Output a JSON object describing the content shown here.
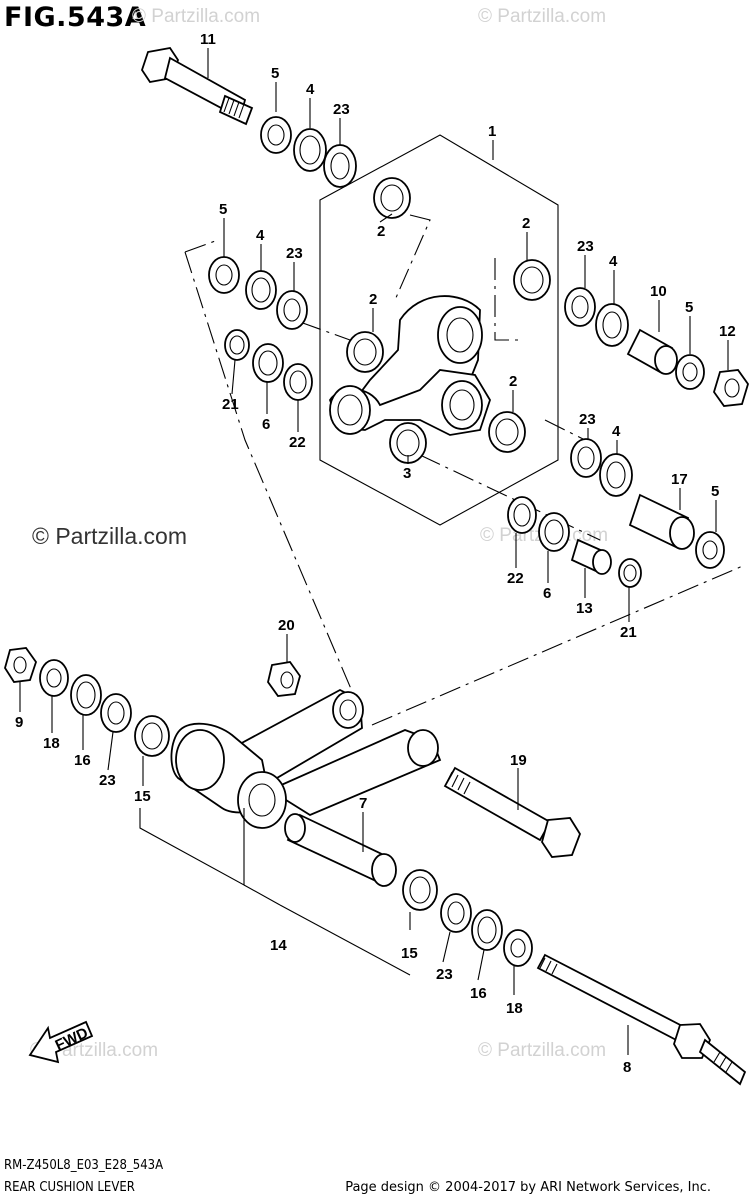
{
  "figure": {
    "title": "FIG.543A",
    "code": "RM-Z450L8_E03_E28_543A",
    "name": "REAR CUSHION LEVER"
  },
  "watermarks": {
    "small": "© Partzilla.com",
    "large": "© Partzilla.com"
  },
  "footer": {
    "copyright": "Page design © 2004-2017 by ARI Network Services, Inc."
  },
  "fwd_label": "FWD",
  "callouts": {
    "c1": "1",
    "c2a": "2",
    "c2b": "2",
    "c2c": "2",
    "c2d": "2",
    "c3": "3",
    "c4a": "4",
    "c4b": "4",
    "c4c": "4",
    "c4d": "4",
    "c5a": "5",
    "c5b": "5",
    "c5c": "5",
    "c5d": "5",
    "c6a": "6",
    "c6b": "6",
    "c7": "7",
    "c8": "8",
    "c9": "9",
    "c10": "10",
    "c11": "11",
    "c12": "12",
    "c13": "13",
    "c14": "14",
    "c15a": "15",
    "c15b": "15",
    "c16a": "16",
    "c16b": "16",
    "c17": "17",
    "c18a": "18",
    "c18b": "18",
    "c19": "19",
    "c20": "20",
    "c21a": "21",
    "c21b": "21",
    "c22a": "22",
    "c22b": "22",
    "c23a": "23",
    "c23b": "23",
    "c23c": "23",
    "c23d": "23",
    "c23e": "23",
    "c23f": "23"
  }
}
